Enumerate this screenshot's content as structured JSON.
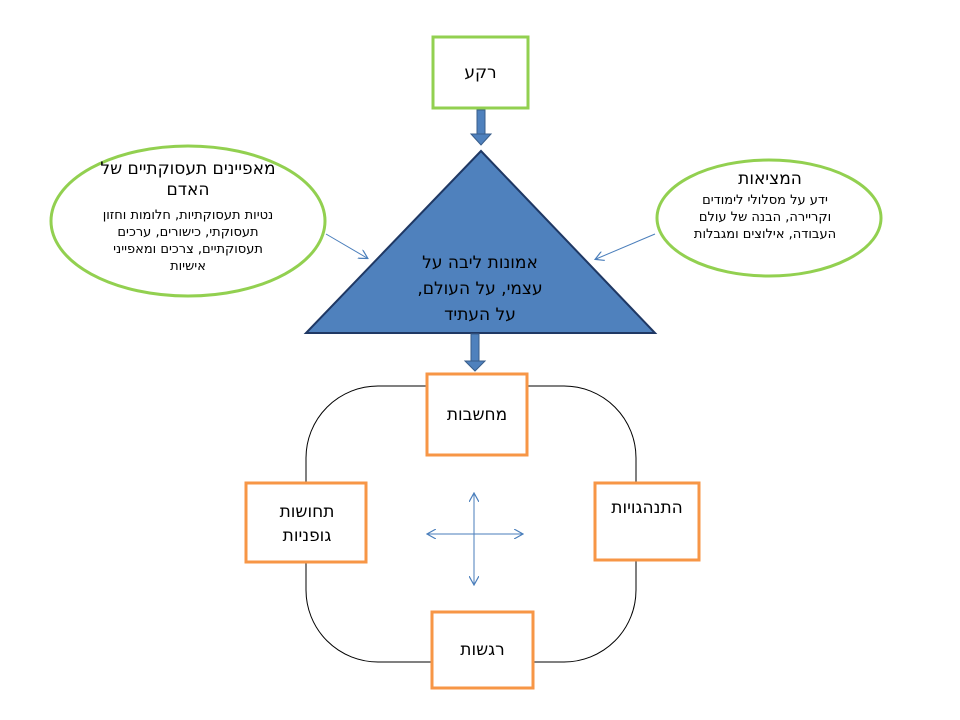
{
  "background": {
    "label": "רקע"
  },
  "characteristics": {
    "title": "מאפיינים תעסוקתיים של האדם",
    "body": "נטיות תעסוקתיות, חלומות וחזון תעסוקתי, כישורים, ערכים תעסוקתיים, צרכים ומאפייני אישיות"
  },
  "reality": {
    "title": "המציאות",
    "body": "ידע על מסלולי לימודים וקריירה, הבנה של עולם העבודה, אילוצים ומגבלות"
  },
  "core_beliefs": {
    "label": "אמונות ליבה על עצמי, על העולם, על העתיד"
  },
  "cycle": {
    "thoughts": "מחשבות",
    "behaviors": "התנהגויות",
    "emotions": "רגשות",
    "body_sensations": "תחושות גופניות"
  },
  "colors": {
    "green_border": "#92d050",
    "orange_border": "#f79646",
    "triangle_fill": "#4f81bd",
    "triangle_stroke": "#1f3864",
    "arrow_fill": "#4f81bd",
    "thin_arrow": "#4a7ebb"
  }
}
